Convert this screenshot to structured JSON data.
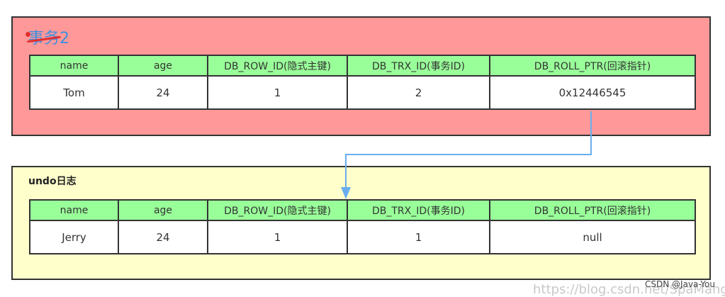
{
  "colors": {
    "tx_panel_bg": "#ff9999",
    "undo_panel_bg": "#ffffcc",
    "header_bg": "#99ff99",
    "arrow": "#6aaef0",
    "title_blue": "#3b8fe0",
    "strike_red": "#e23030"
  },
  "transaction": {
    "title_struck": "事务",
    "title_number": "2",
    "headers": [
      "name",
      "age",
      "DB_ROW_ID(隐式主键)",
      "DB_TRX_ID(事务ID)",
      "DB_ROLL_PTR(回滚指针)"
    ],
    "row": [
      "Tom",
      "24",
      "1",
      "2",
      "0x12446545"
    ]
  },
  "undo": {
    "title": "undo日志",
    "headers": [
      "name",
      "age",
      "DB_ROW_ID(隐式主键)",
      "DB_TRX_ID(事务ID)",
      "DB_ROLL_PTR(回滚指针)"
    ],
    "row": [
      "Jerry",
      "24",
      "1",
      "1",
      "null"
    ]
  },
  "watermark": "CSDN @Java-You",
  "watermark_url": "https://blog.csdn.net/SpaMang"
}
